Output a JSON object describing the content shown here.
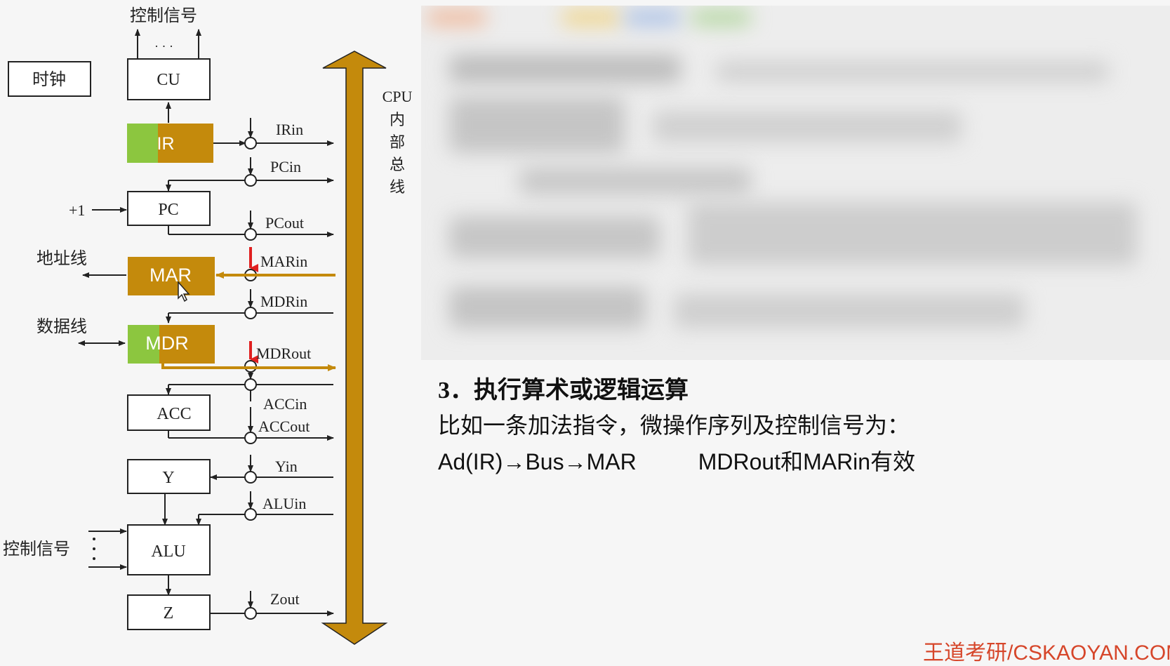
{
  "diagram": {
    "top_ctrl_label": "控制信号",
    "top_ctrl_dots": "· · ·",
    "clock": "时钟",
    "cu": "CU",
    "ir": "IR",
    "pc": "PC",
    "plus_one": "+1",
    "mar": "MAR",
    "addr_line": "地址线",
    "mdr": "MDR",
    "data_line": "数据线",
    "acc": "ACC",
    "y": "Y",
    "alu": "ALU",
    "alu_ctrl": "控制信号",
    "z": "Z",
    "bus_label": [
      "CPU",
      "内",
      "部",
      "总",
      "线"
    ],
    "signals": {
      "irin": "IRin",
      "pcin": "PCin",
      "pcout": "PCout",
      "marin": "MARin",
      "mdrin": "MDRin",
      "mdrout": "MDRout",
      "accin": "ACCin",
      "accout": "ACCout",
      "yin": "Yin",
      "aluin": "ALUin",
      "zout": "Zout"
    },
    "colors": {
      "bus": "#c48a0c",
      "highlight": "#c48a0c",
      "green": "#8cc63f",
      "red_arrow": "#e02020"
    }
  },
  "caption": {
    "heading": "3．执行算术或逻辑运算",
    "line2": "比如一条加法指令，微操作序列及控制信号为：",
    "line3_left": "Ad(IR)→Bus→MAR",
    "line3_right": "MDRout和MARin有效"
  },
  "brand": "王道考研/CSKAOYAN.COM"
}
